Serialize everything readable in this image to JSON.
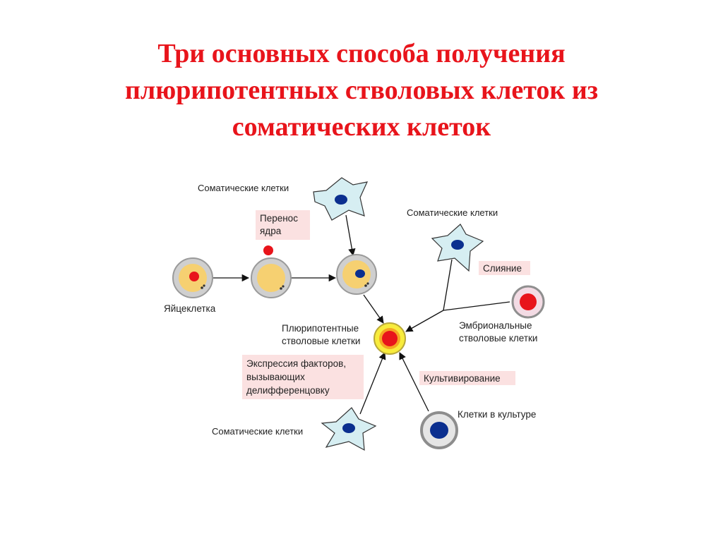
{
  "title": {
    "line1": "Три основных способа получения",
    "line2": "плюрипотентных стволовых клеток из",
    "line3": "соматических клеток"
  },
  "labels": {
    "somatic_top": "Соматические клетки",
    "somatic_right": "Соматические клетки",
    "somatic_bottom": "Соматические клетки",
    "nuclear_transfer_1": "Перенос",
    "nuclear_transfer_2": "ядра",
    "egg": "Яйцеклетка",
    "fusion": "Слияние",
    "pluri_1": "Плюрипотентные",
    "pluri_2": "стволовые клетки",
    "esc_1": "Эмбриональные",
    "esc_2": "стволовые клетки",
    "factors_1": "Экспрессия факторов,",
    "factors_2": "вызывающих",
    "factors_3": "делифференцовку",
    "cultivation": "Культивирование",
    "cultured": "Клетки в культуре"
  },
  "colors": {
    "title": "#e8141b",
    "label_box": "#fbe1e1",
    "nucleus_red": "#e8141b",
    "nucleus_blue": "#0b2f8f",
    "cytoplasm_yellow": "#f6d071",
    "somatic_fill": "#d6eef2",
    "ring_gray": "#a0a0a0"
  }
}
